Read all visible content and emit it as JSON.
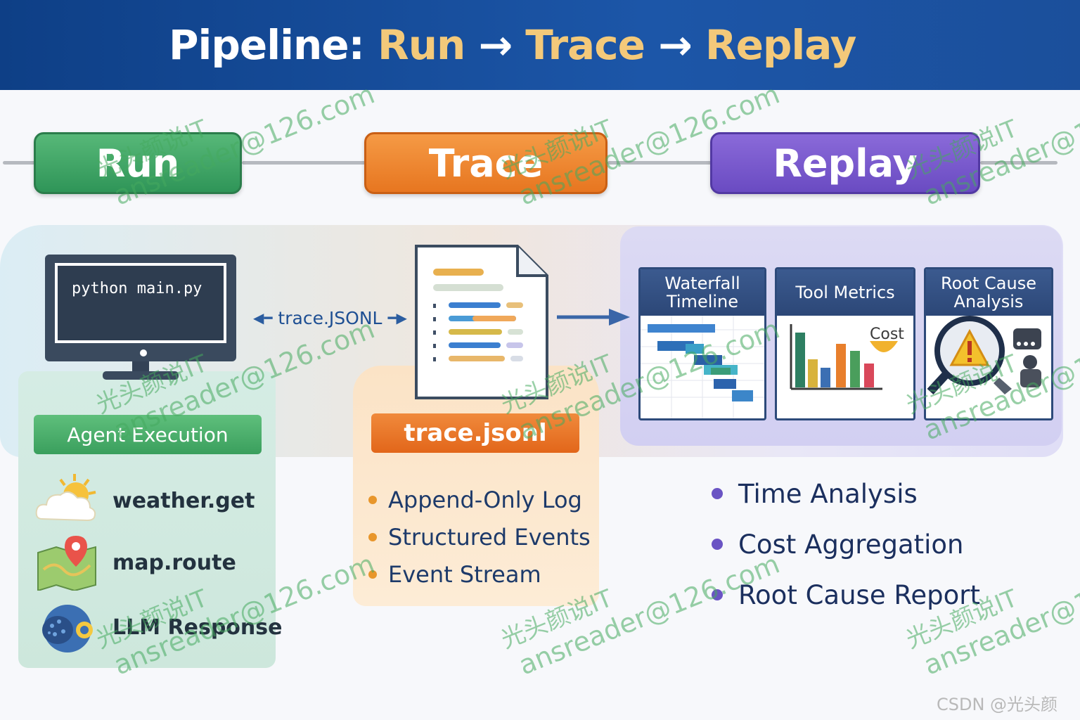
{
  "header": {
    "title_prefix": "Pipeline: ",
    "step1": "Run",
    "arrow1": " → ",
    "step2": "Trace",
    "arrow2": " → ",
    "step3": "Replay"
  },
  "stages": {
    "run": "Run",
    "trace": "Trace",
    "replay": "Replay"
  },
  "run": {
    "command": "python main.py",
    "panel_title": "Agent Execution",
    "tools": [
      {
        "label": "weather.get",
        "icon": "weather-cloud-sun-icon"
      },
      {
        "label": "map.route",
        "icon": "map-pin-icon"
      },
      {
        "label": "LLM Response",
        "icon": "llm-brain-icon"
      }
    ]
  },
  "trace": {
    "stream_label": "trace.JSONL",
    "file_label": "trace.jsonl",
    "bullets": [
      "Append-Only Log",
      "Structured Events",
      "Event Stream"
    ]
  },
  "replay": {
    "cards": {
      "waterfall": "Waterfall Timeline",
      "tool_metrics": "Tool Metrics",
      "tool_metrics_cost": "Cost",
      "root_cause": "Root Cause Analysis"
    },
    "bullets": [
      "Time Analysis",
      "Cost Aggregation",
      "Root Cause Report"
    ]
  },
  "watermark": {
    "line1": "光头颜说IT",
    "line2": "ansreader@126.com"
  },
  "credit": "CSDN @光头颜",
  "colors": {
    "banner": "#1c56a8",
    "title_highlight": "#f3c97a",
    "run_green": "#3a9f5d",
    "trace_orange": "#e77620",
    "replay_purple": "#6a4bc2"
  }
}
